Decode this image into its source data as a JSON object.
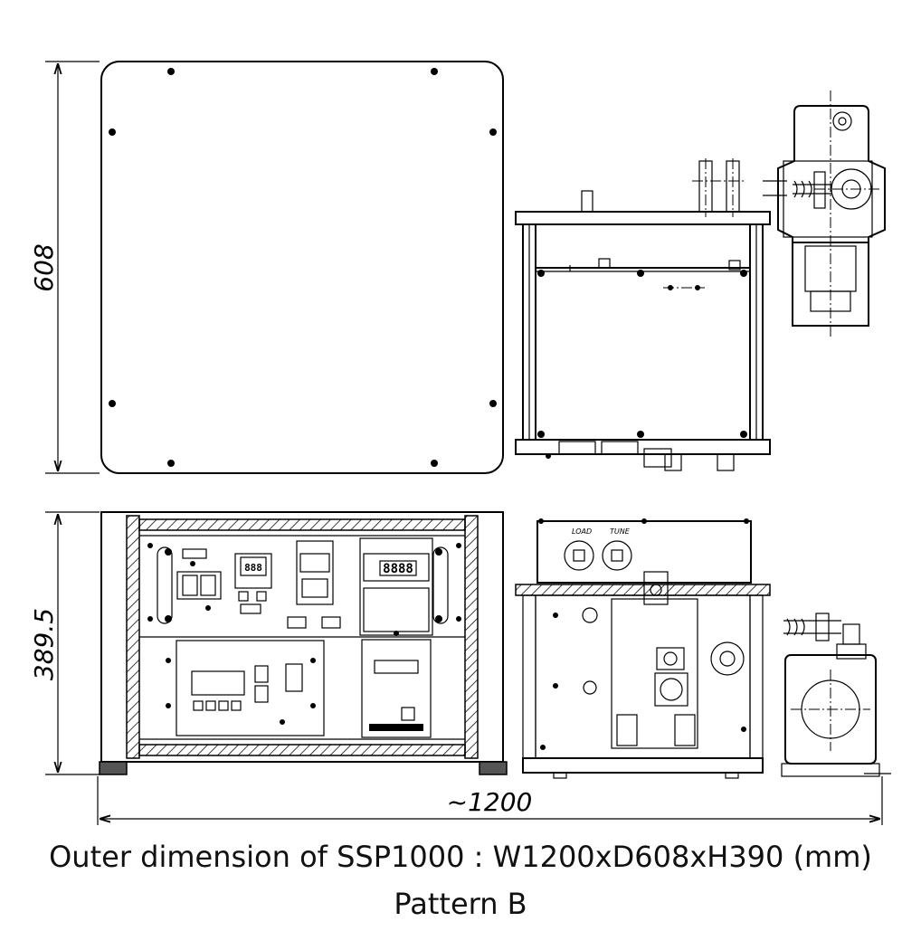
{
  "dimensions": {
    "depth": "608",
    "height": "389.5",
    "width": "~1200"
  },
  "panel_labels": {
    "load": "LOAD",
    "tune": "TUNE"
  },
  "displays": {
    "top_meter": "888",
    "main_meter": "8888"
  },
  "caption": {
    "line1": "Outer dimension of SSP1000 : W1200xD608xH390 (mm)",
    "line2": "Pattern B"
  }
}
